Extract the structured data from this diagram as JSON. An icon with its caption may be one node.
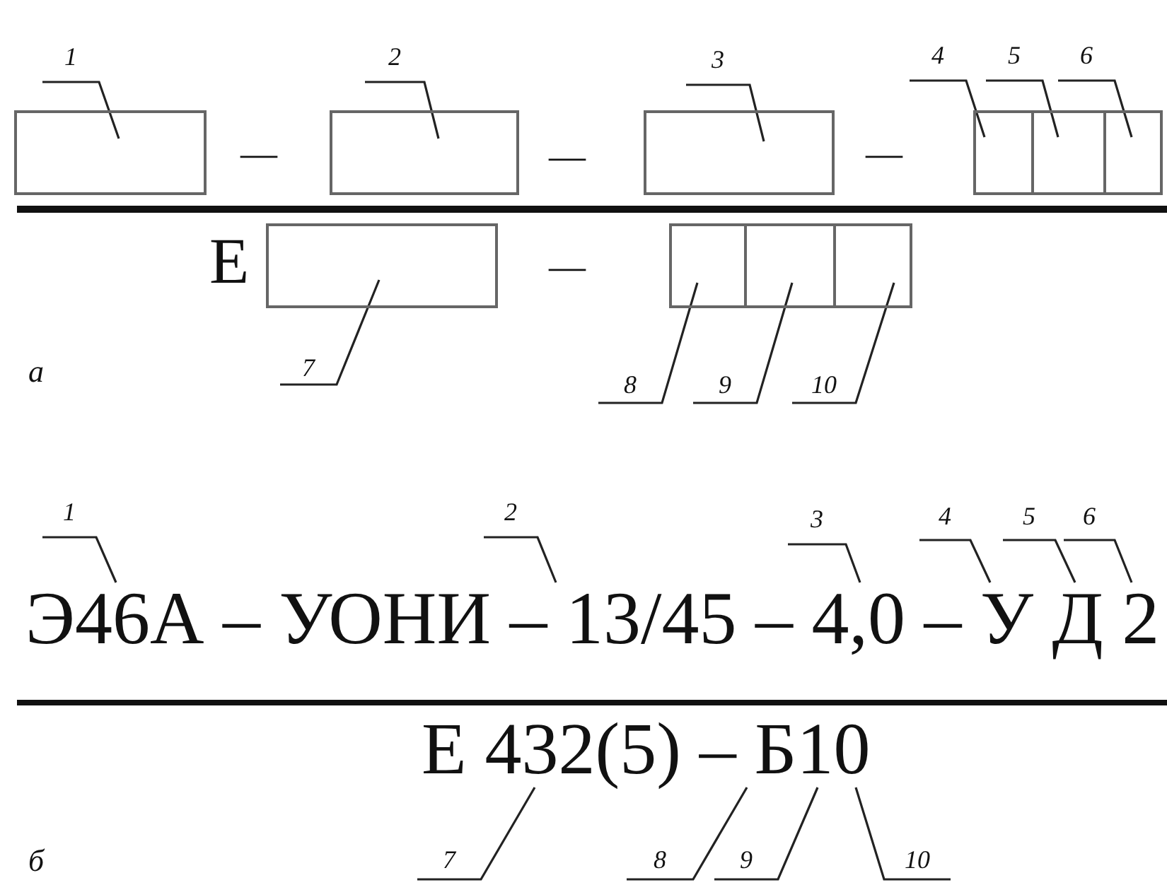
{
  "diagram": {
    "nodes": [
      {
        "text": [
          "1"
        ]
      },
      {
        "text": [
          "2"
        ]
      },
      {
        "text": [
          "3"
        ]
      },
      {
        "text": [
          "4"
        ]
      },
      {
        "text": [
          "5"
        ]
      },
      {
        "text": [
          "6"
        ]
      },
      {
        "text": [],
        "shape": "box"
      },
      {
        "text": [],
        "shape": "box"
      },
      {
        "text": [],
        "shape": "box"
      },
      {
        "text": [],
        "shape": "box"
      },
      {
        "text": [],
        "shape": "box"
      },
      {
        "text": [],
        "shape": "box"
      },
      {
        "text": [],
        "shape": "box"
      },
      {
        "text": [],
        "shape": "box"
      },
      {
        "text": [],
        "shape": "box"
      },
      {
        "text": [],
        "shape": "box"
      },
      {
        "text": [
          "7"
        ]
      },
      {
        "text": [
          "8"
        ]
      },
      {
        "text": [
          "9"
        ]
      },
      {
        "text": [
          "10"
        ]
      },
      {
        "text": [
          "1"
        ]
      },
      {
        "text": [
          "2"
        ]
      },
      {
        "text": [
          "3"
        ]
      },
      {
        "text": [
          "4"
        ]
      },
      {
        "text": [
          "5"
        ]
      },
      {
        "text": [
          "6"
        ]
      },
      {
        "text": [
          "7"
        ]
      },
      {
        "text": [
          "8"
        ]
      },
      {
        "text": [
          "9"
        ]
      },
      {
        "text": [
          "10"
        ]
      },
      {
        "text": [
          "Э46А – УОНИ – 13/45 – 4,0 – У Д 2"
        ]
      },
      {
        "text": [
          "Е 432(5) – Б10"
        ]
      }
    ],
    "edges": [
      {
        "from": 0,
        "to": 6,
        "arrow": "none"
      },
      {
        "from": 1,
        "to": 7,
        "arrow": "none"
      },
      {
        "from": 2,
        "to": 8,
        "arrow": "none"
      },
      {
        "from": 3,
        "to": 9,
        "arrow": "none"
      },
      {
        "from": 4,
        "to": 10,
        "arrow": "none"
      },
      {
        "from": 5,
        "to": 11,
        "arrow": "none"
      },
      {
        "from": 16,
        "to": 12,
        "arrow": "none"
      },
      {
        "from": 17,
        "to": 13,
        "arrow": "none"
      },
      {
        "from": 18,
        "to": 14,
        "arrow": "none"
      },
      {
        "from": 19,
        "to": 15,
        "arrow": "none"
      },
      {
        "from": 20,
        "to": 30,
        "arrow": "none"
      },
      {
        "from": 21,
        "to": 30,
        "arrow": "none"
      },
      {
        "from": 22,
        "to": 30,
        "arrow": "none"
      },
      {
        "from": 23,
        "to": 30,
        "arrow": "none"
      },
      {
        "from": 24,
        "to": 30,
        "arrow": "none"
      },
      {
        "from": 25,
        "to": 30,
        "arrow": "none"
      },
      {
        "from": 26,
        "to": 31,
        "arrow": "none"
      },
      {
        "from": 27,
        "to": 31,
        "arrow": "none"
      },
      {
        "from": 28,
        "to": 31,
        "arrow": "none"
      },
      {
        "from": 29,
        "to": 31,
        "arrow": "none"
      }
    ],
    "labels": [
      "—",
      "—",
      "—",
      "Е",
      "—",
      "а",
      "б"
    ]
  }
}
